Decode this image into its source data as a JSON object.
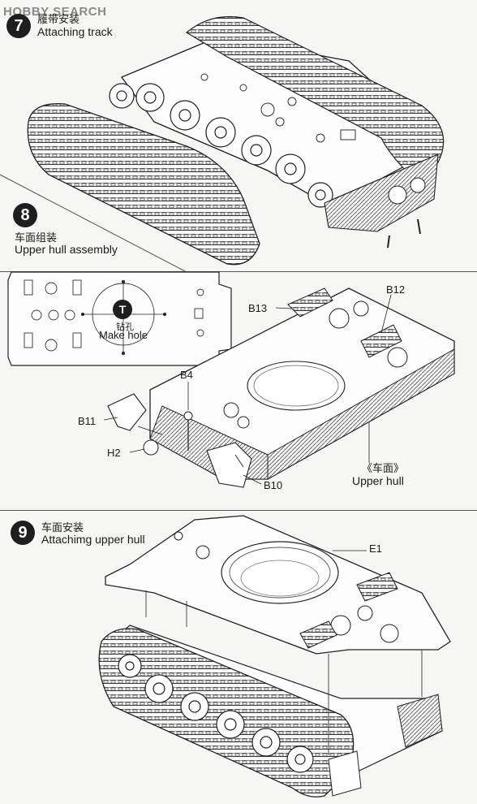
{
  "watermark": "HOBBY SEARCH",
  "steps": [
    {
      "number": "7",
      "cn": "履带安装",
      "en": "Attaching track"
    },
    {
      "number": "8",
      "cn": "车面组装",
      "en": "Upper hull assembly"
    },
    {
      "number": "9",
      "cn": "车面安装",
      "en": "Attachimg upper hull"
    }
  ],
  "drill": {
    "symbol": "T",
    "cn": "钻孔",
    "en": "Make hole"
  },
  "parts": {
    "b13": "B13",
    "b12": "B12",
    "b4": "B4",
    "b11": "B11",
    "h2": "H2",
    "b10": "B10",
    "e1": "E1"
  },
  "upper_hull_label": {
    "cn": "《车面》",
    "en": "Upper hull"
  }
}
